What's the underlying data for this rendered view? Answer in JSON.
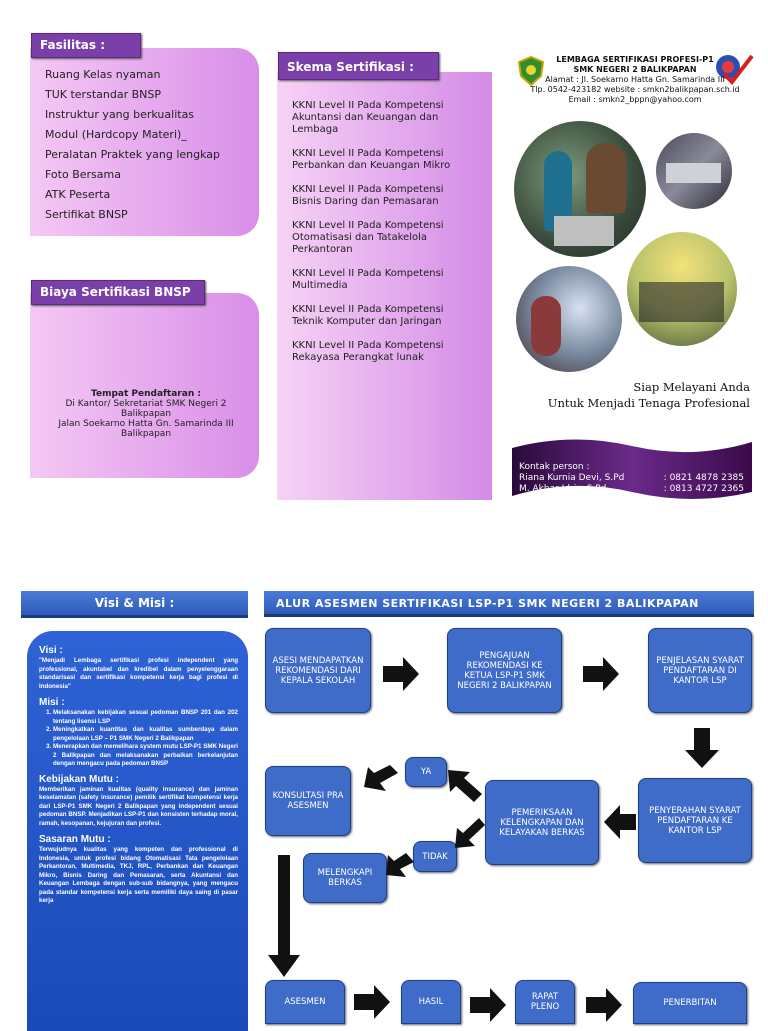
{
  "fasilitas": {
    "title": "Fasilitas :",
    "items": [
      "Ruang Kelas nyaman",
      "TUK terstandar BNSP",
      "Instruktur yang berkualitas",
      "Modul (Hardcopy Materi)_",
      "Peralatan Praktek yang lengkap",
      "Foto Bersama",
      "ATK Peserta",
      "Sertifikat BNSP"
    ]
  },
  "biaya": {
    "title": "Biaya Sertifikasi BNSP",
    "tempat_label": "Tempat Pendaftaran :",
    "tempat_lines": [
      "Di Kantor/ Sekretariat SMK Negeri 2",
      "Balikpapan",
      "Jalan Soekarno Hatta Gn. Samarinda III",
      "Balikpapan"
    ]
  },
  "skema": {
    "title": "Skema Sertifikasi :",
    "items": [
      "KKNI Level II Pada Kompetensi Akuntansi dan Keuangan dan Lembaga",
      "KKNI Level II Pada Kompetensi Perbankan dan Keuangan Mikro",
      "KKNI Level II Pada Kompetensi Bisnis Daring dan Pemasaran",
      "KKNI Level II Pada Kompetensi Otomatisasi dan Tatakelola Perkantoran",
      "KKNI Level II Pada Kompetensi Multimedia",
      "KKNI Level II Pada Kompetensi Teknik Komputer dan Jaringan",
      "KKNI Level II Pada Kompetensi Rekayasa Perangkat lunak"
    ]
  },
  "header": {
    "line1": "LEMBAGA SERTIFIKASI PROFESI-P1",
    "line2": "SMK NEGERI 2 BALIKPAPAN",
    "line3": "Alamat : Jl. Soekarno Hatta Gn. Samarinda III",
    "line4": "Tlp. 0542-423182 website : smkn2balikpapan.sch.id",
    "line5": "Email : smkn2_bppn@yahoo.com"
  },
  "slogan": {
    "line1": "Siap Melayani Anda",
    "line2": "Untuk Menjadi Tenaga Profesional"
  },
  "kontak": {
    "label": "Kontak person :",
    "people": [
      {
        "name": "Riana  Kurnia Devi, S.Pd",
        "phone": ": 0821 4878 2385"
      },
      {
        "name": "M. Akbar Idris, S.Pd",
        "phone": ": 0813 4727 2365"
      }
    ]
  },
  "visi_misi": {
    "bar_title": "Visi & Misi :",
    "visi_h": "Visi :",
    "visi_text": "\"Menjadi Lembaga sertifikasi profesi independent yang professional, akuntabel dan kredibel dalam penyelenggaraan standarisasi dan sertifikasi kompetensi kerja bagi profesi di Indonesia\"",
    "misi_h": "Misi :",
    "misi_items": [
      "Melaksanakan kebijakan sesuai pedoman BNSP 201 dan 202 tentang lisensi LSP",
      "Meningkatkan kuantitas dan kualitas sumberdaya dalam pengelolaan LSP – P1 SMK Negeri 2 Balikpapan",
      "Menerapkan dan memelihara system mutu LSP-P1 SMK Negeri 2 Balikpapan dan melaksanakan perbaikan berkelanjutan dengan mengacu pada pedoman BNSP"
    ],
    "kebijakan_h": "Kebijakan Mutu :",
    "kebijakan_text": "Memberikan jaminan kualitas (quality insurance) dan jaminan keselamatan (safety insurance) pemilik sertifikat kompetensi kerja dari LSP-P1 SMK Negeri 2 Balikpapan yang independent sesuai pedoman BNSP. Menjadikan LSP-P1 dan konsisten terhadap moral, ramah, kesopanan, kejujuran dan profesi.",
    "sasaran_h": "Sasaran Mutu :",
    "sasaran_text": "Terwujudnya kualitas yang kompeten dan professional di Indonesia, untuk profesi bidang Otomatisasi Tata pengelolaan Perkantoran, Multimedia, TKJ, RPL, Perbankan dan Keuangan Mikro, Bisnis Daring dan Pemasaran, serta Akuntansi dan Keuangan Lembaga dengan sub-sub bidangnya, yang mengacu pada standar kompetensi kerja serta memiliki daya saing di pasar kerja"
  },
  "alur": {
    "title": "ALUR ASESMEN SERTIFIKASI LSP-P1 SMK NEGERI 2 BALIKPAPAN",
    "n1": "ASESI MENDAPATKAN REKOMENDASI DARI KEPALA SEKOLAH",
    "n2": "PENGAJUAN REKOMENDASI KE KETUA LSP-P1 SMK NEGERI 2 BALIKPAPAN",
    "n3": "PENJELASAN SYARAT PENDAFTARAN DI KANTOR LSP",
    "n4": "PENYERAHAN SYARAT PENDAFTARAN KE KANTOR LSP",
    "n5": "PEMERIKSAAN KELENGKAPAN DAN KELAYAKAN BERKAS",
    "ya": "YA",
    "tidak": "TIDAK",
    "konsultasi": "KONSULTASI PRA ASESMEN",
    "melengkapi": "MELENGKAPI BERKAS",
    "asesmen": "ASESMEN",
    "hasil": "HASIL",
    "rapat": "RAPAT PLENO",
    "penerbitan": "PENERBITAN"
  }
}
